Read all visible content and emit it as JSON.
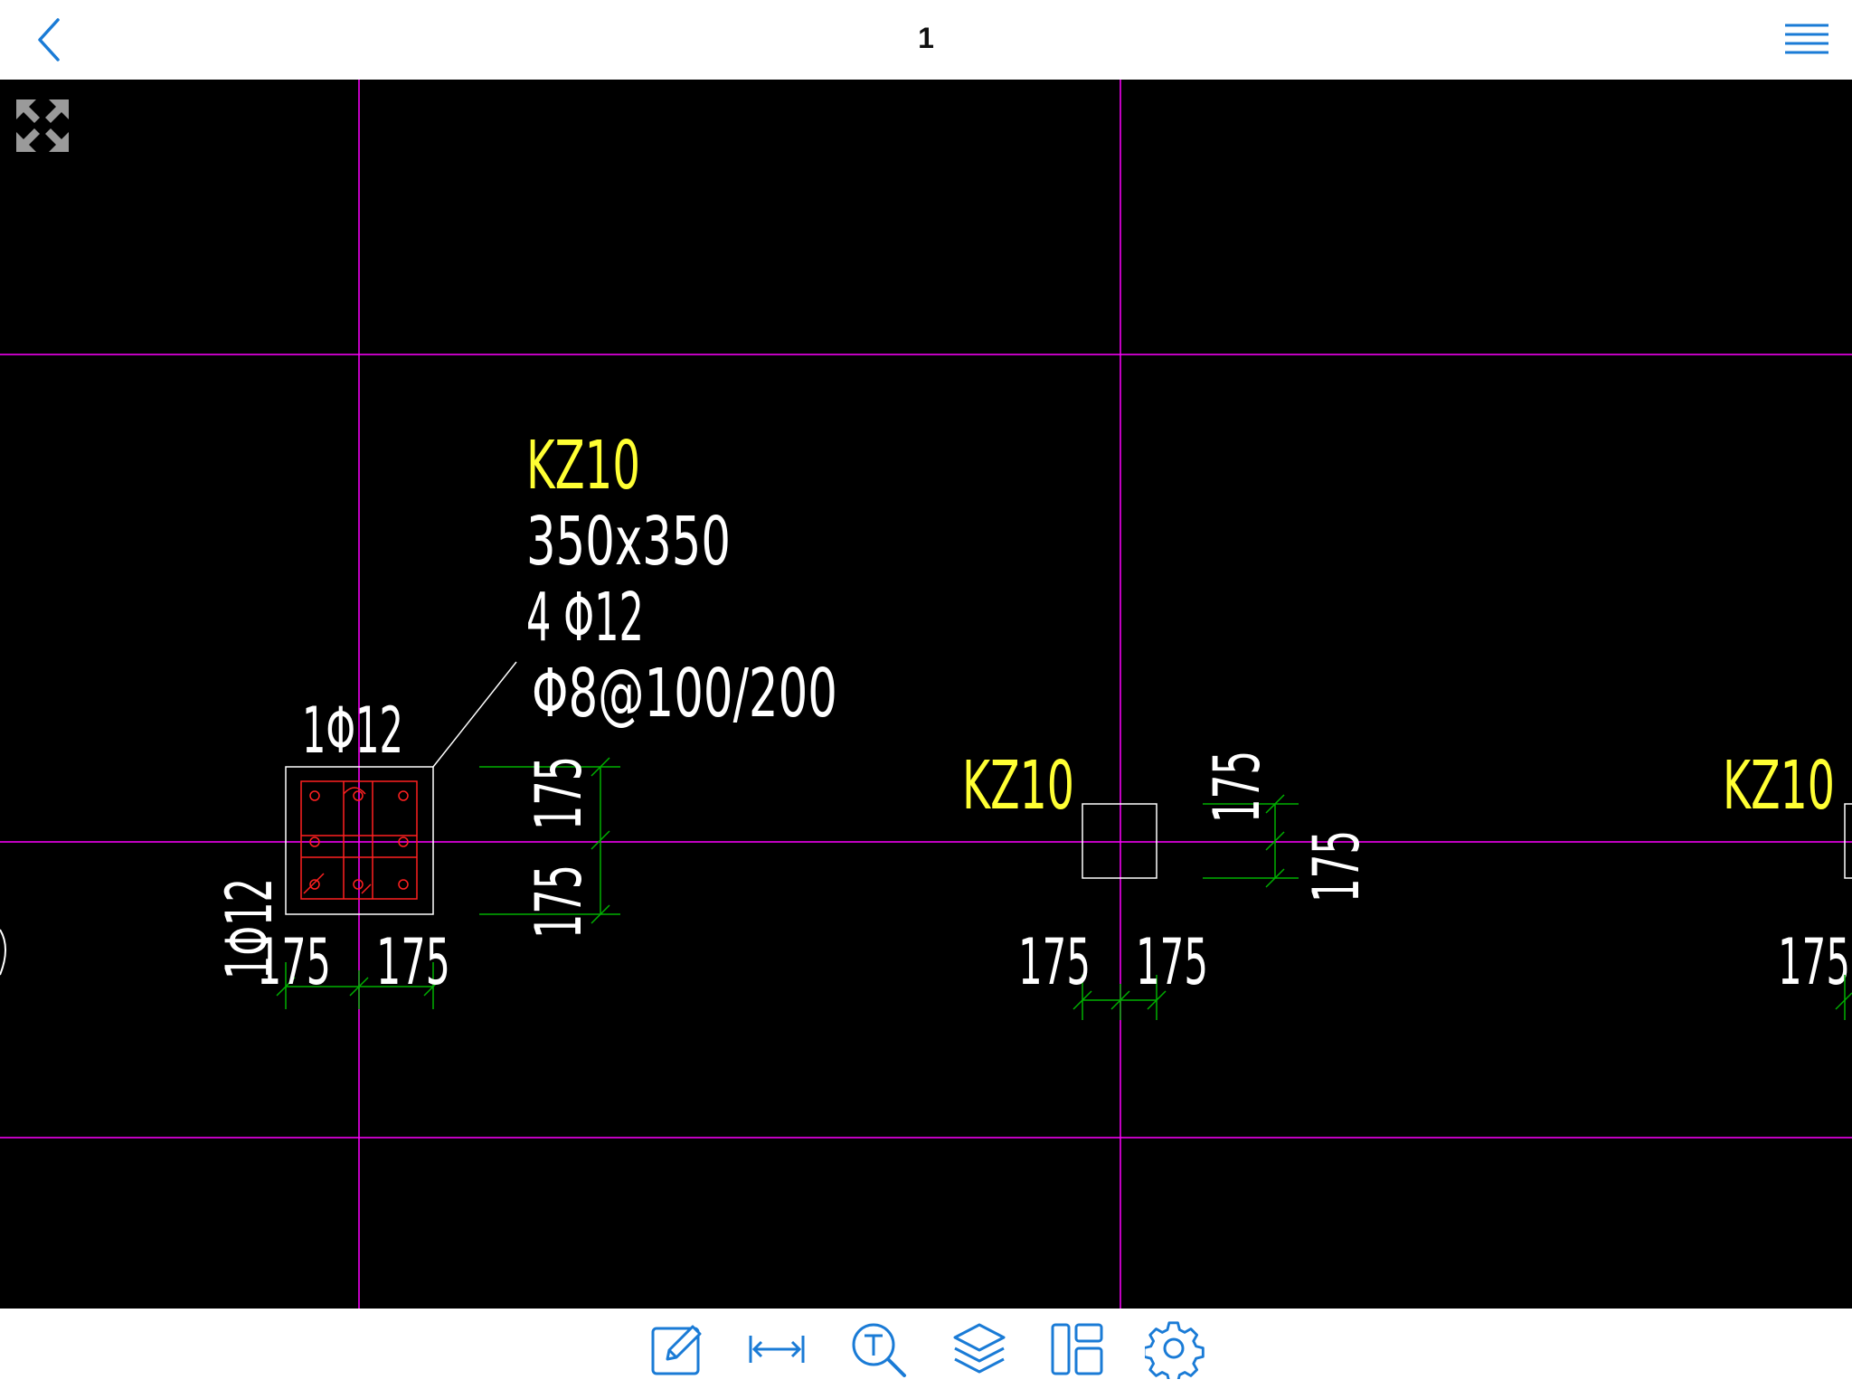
{
  "header": {
    "title": "1"
  },
  "icons": {
    "back": "chevron-left-icon",
    "menu": "hamburger-menu-icon",
    "fullscreen": "expand-arrows-icon",
    "tools": [
      "edit-icon",
      "measure-icon",
      "text-search-icon",
      "layers-icon",
      "layout-icon",
      "gear-icon"
    ]
  },
  "colors": {
    "accent": "#1a7bd6",
    "background": "#000000",
    "axis": "#ff00ff",
    "dimension": "#00b000",
    "label": "#ffff33",
    "rebar": "#ff2020",
    "linework": "#ffffff"
  },
  "drawing": {
    "col1": {
      "name": "KZ10",
      "size": "350x350",
      "main_rebar": "4 Φ12",
      "stirrup": "Φ8@100/200",
      "side_rebar_top": "1Φ12",
      "side_rebar_left": "1Φ12",
      "dim_h_left": "175",
      "dim_h_right": "175",
      "dim_v_top": "175",
      "dim_v_bottom": "175"
    },
    "col2": {
      "name": "KZ10",
      "dim_h_left": "175",
      "dim_h_right": "175",
      "dim_v_top": "175",
      "dim_v_bottom": "175"
    },
    "col3": {
      "name": "KZ10",
      "dim_h_left": "175"
    }
  }
}
